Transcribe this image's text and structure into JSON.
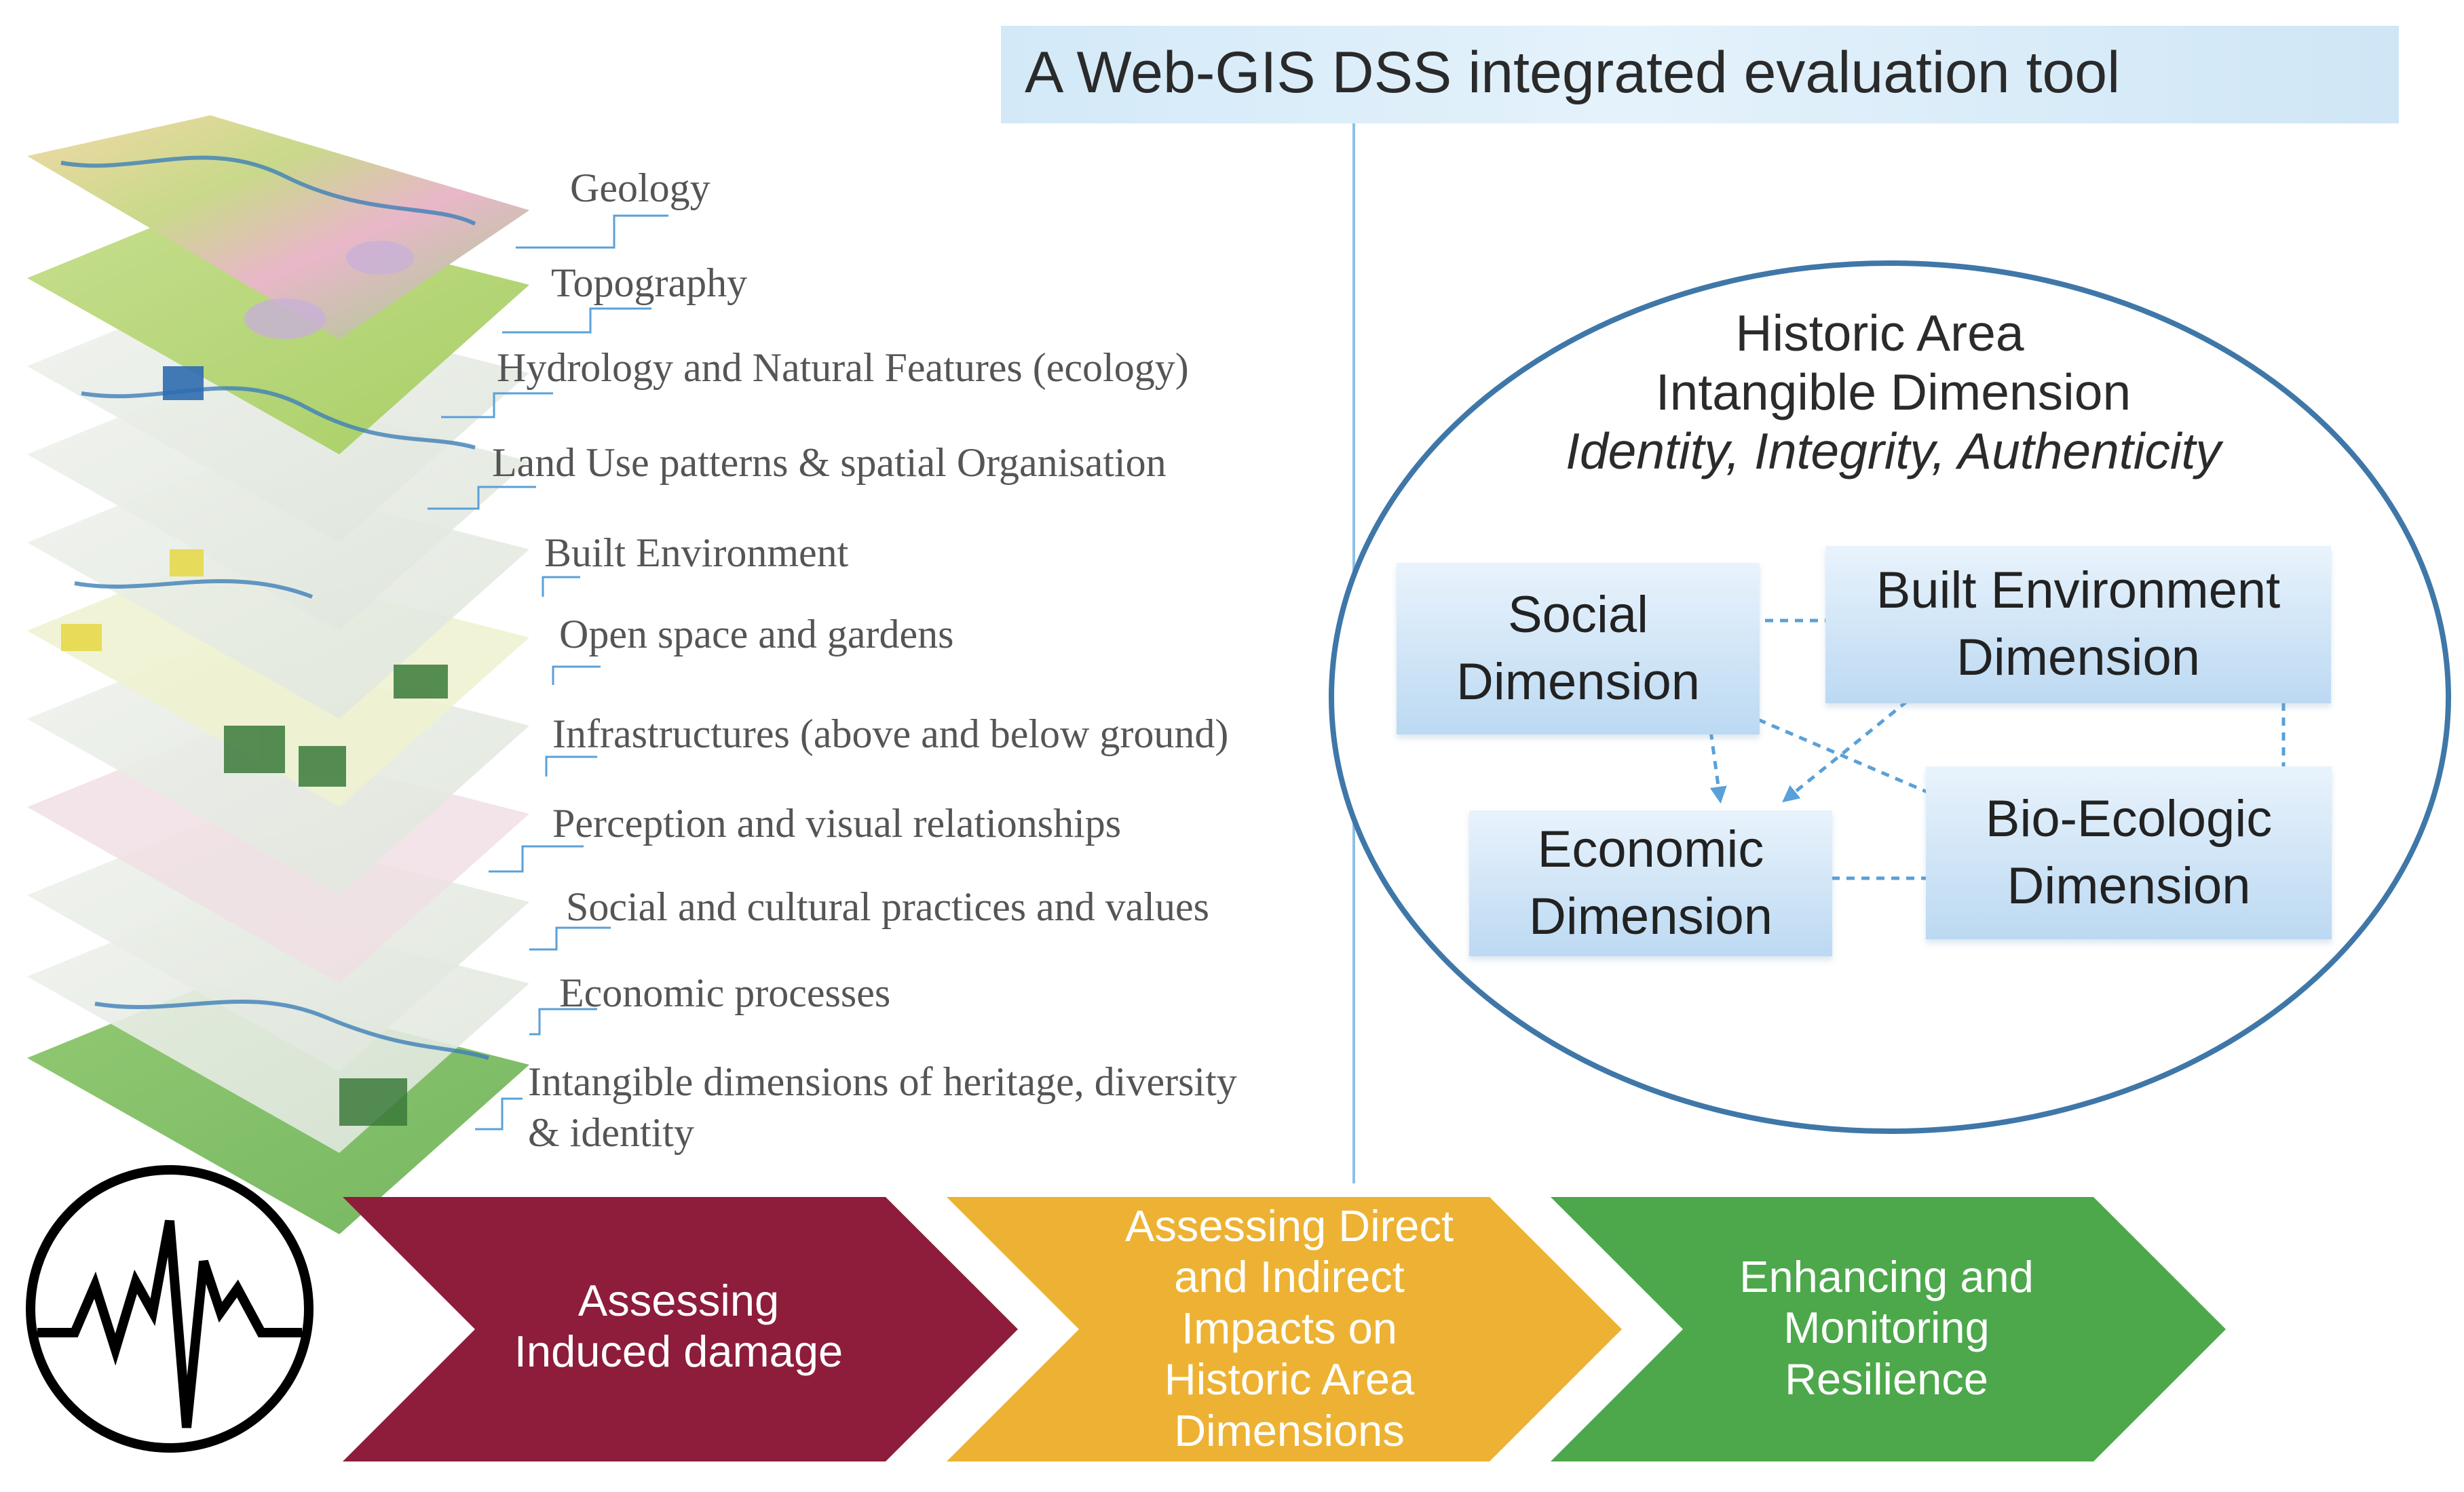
{
  "title": "A Web-GIS DSS integrated evaluation tool",
  "layers": [
    {
      "label": "Geology"
    },
    {
      "label": "Topography"
    },
    {
      "label": "Hydrology and Natural Features (ecology)"
    },
    {
      "label": "Land Use patterns & spatial Organisation"
    },
    {
      "label": "Built Environment"
    },
    {
      "label": "Open space and gardens"
    },
    {
      "label": "Infrastructures (above and below ground)"
    },
    {
      "label": "Perception and visual relationships"
    },
    {
      "label": "Social and cultural practices and values"
    },
    {
      "label": "Economic processes"
    },
    {
      "label": "Intangible dimensions of heritage, diversity",
      "label2": "& identity"
    }
  ],
  "ellipse": {
    "line1": "Historic Area",
    "line2": "Intangible Dimension",
    "line3": "Identity, Integrity, Authenticity"
  },
  "dimensions": {
    "social": {
      "l1": "Social",
      "l2": "Dimension"
    },
    "built": {
      "l1": "Built Environment",
      "l2": "Dimension"
    },
    "economic": {
      "l1": "Economic",
      "l2": "Dimension"
    },
    "bio": {
      "l1": "Bio-Ecologic",
      "l2": "Dimension"
    }
  },
  "process": [
    {
      "lines": [
        "Assessing",
        "Induced damage"
      ],
      "color": "#8e1c3b"
    },
    {
      "lines": [
        "Assessing Direct",
        "and Indirect",
        "Impacts on",
        "Historic Area",
        "Dimensions"
      ],
      "color": "#edb233"
    },
    {
      "lines": [
        "Enhancing and",
        "Monitoring",
        "Resilience"
      ],
      "color": "#4ca84a"
    }
  ],
  "icons": {
    "seismic": "seismograph-icon"
  },
  "colors": {
    "accent_blue": "#4a82b4",
    "connector_blue": "#5aa0d8"
  }
}
